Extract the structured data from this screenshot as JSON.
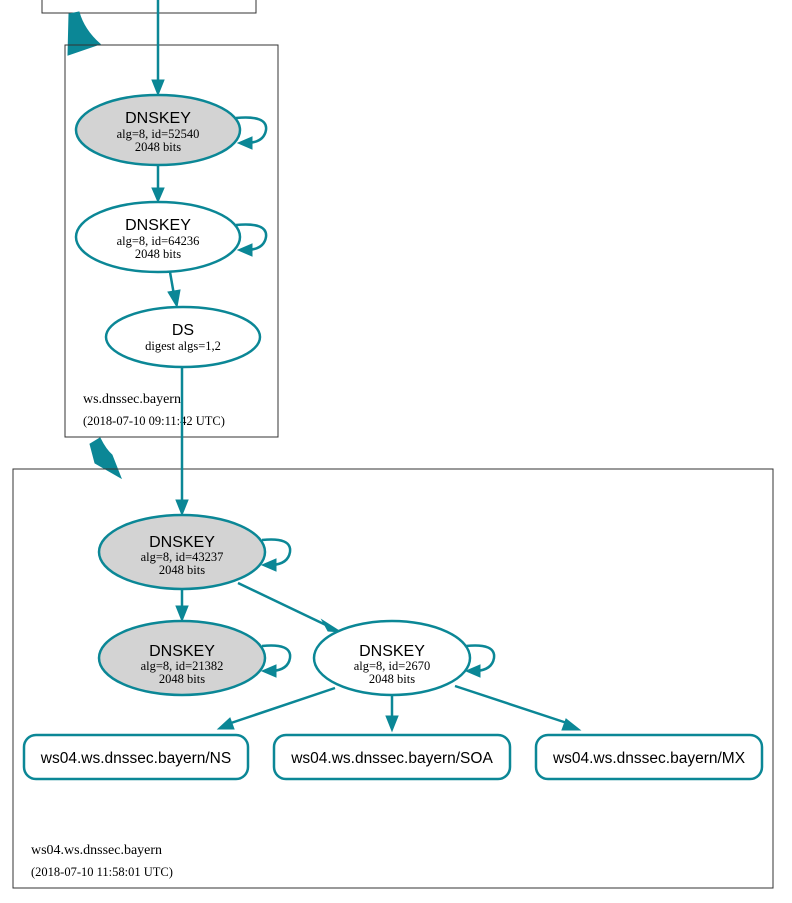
{
  "colors": {
    "edge": "#0b8796",
    "ksk_fill": "#d3d3d3",
    "zsk_fill": "#ffffff",
    "zone_border": "#333333"
  },
  "zones": [
    {
      "name": "ws.dnssec.bayern",
      "timestamp": "(2018-07-10 09:11:42 UTC)",
      "nodes": [
        {
          "type": "DNSKEY",
          "detail": "alg=8, id=52540",
          "bits": "2048 bits",
          "style": "ksk"
        },
        {
          "type": "DNSKEY",
          "detail": "alg=8, id=64236",
          "bits": "2048 bits",
          "style": "zsk"
        },
        {
          "type": "DS",
          "detail": "digest algs=1,2"
        }
      ]
    },
    {
      "name": "ws04.ws.dnssec.bayern",
      "timestamp": "(2018-07-10 11:58:01 UTC)",
      "nodes": [
        {
          "type": "DNSKEY",
          "detail": "alg=8, id=43237",
          "bits": "2048 bits",
          "style": "ksk"
        },
        {
          "type": "DNSKEY",
          "detail": "alg=8, id=21382",
          "bits": "2048 bits",
          "style": "ksk"
        },
        {
          "type": "DNSKEY",
          "detail": "alg=8, id=2670",
          "bits": "2048 bits",
          "style": "zsk"
        }
      ],
      "rrsets": [
        "ws04.ws.dnssec.bayern/NS",
        "ws04.ws.dnssec.bayern/SOA",
        "ws04.ws.dnssec.bayern/MX"
      ]
    }
  ]
}
